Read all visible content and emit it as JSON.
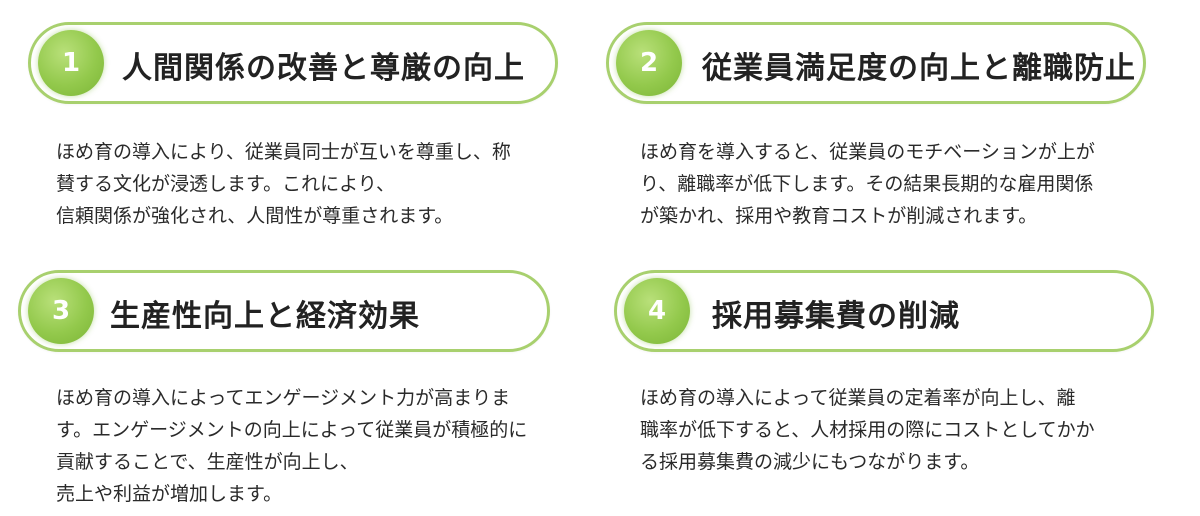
{
  "items": [
    {
      "number": "1",
      "title": "人間関係の改善と尊厳の向上",
      "lines": [
        "ほめ育の導入により、従業員同士が互いを尊重し、称",
        "賛する文化が浸透します。これにより、",
        "信頼関係が強化され、人間性が尊重されます。"
      ]
    },
    {
      "number": "2",
      "title": "従業員満足度の向上と離職防止",
      "lines": [
        "ほめ育を導入すると、従業員のモチベーションが上が",
        "り、離職率が低下します。その結果長期的な雇用関係",
        "が築かれ、採用や教育コストが削減されます。"
      ]
    },
    {
      "number": "3",
      "title": "生産性向上と経済効果",
      "lines": [
        "ほめ育の導入によってエンゲージメント力が高まりま",
        "す。エンゲージメントの向上によって従業員が積極的に",
        "貢献することで、生産性が向上し、",
        "売上や利益が増加します。"
      ]
    },
    {
      "number": "4",
      "title": "採用募集費の削減",
      "lines": [
        "ほめ育の導入によって従業員の定着率が向上し、離",
        "職率が低下すると、人材採用の際にコストとしてかか",
        "る採用募集費の減少にもつながります。"
      ]
    }
  ],
  "colors": {
    "accent_green": "#a8d06e",
    "circle_green": "#93c94c",
    "text": "#2a2a2a"
  }
}
